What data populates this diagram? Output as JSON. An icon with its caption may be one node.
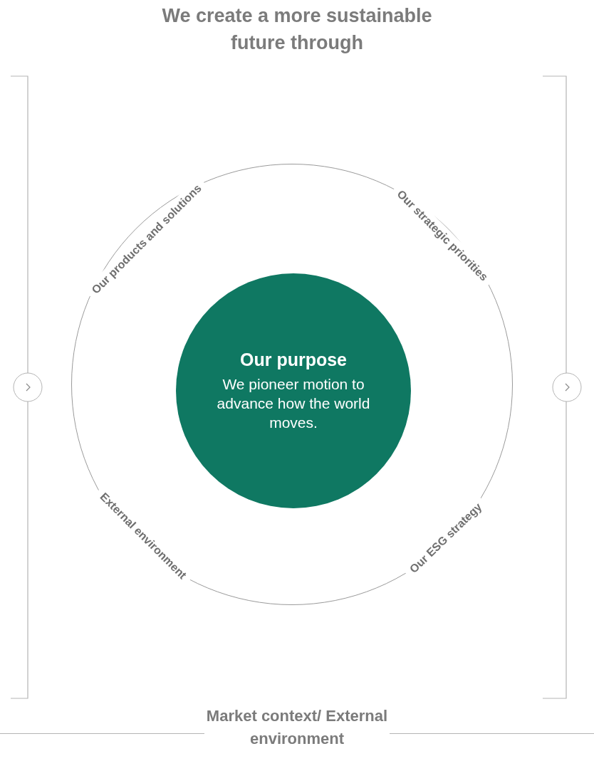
{
  "diagram": {
    "title": "We create a more sustainable future through",
    "nodes": [
      {
        "text": [
          "Our products and solutions",
          "Our strategic priorities",
          "External environment",
          "Our ESG strategy"
        ]
      },
      {
        "text": [
          "Our purpose",
          "We pioneer motion to advance how the world moves."
        ],
        "in": 0
      }
    ],
    "labels": [
      "Market context/ External environment"
    ]
  }
}
